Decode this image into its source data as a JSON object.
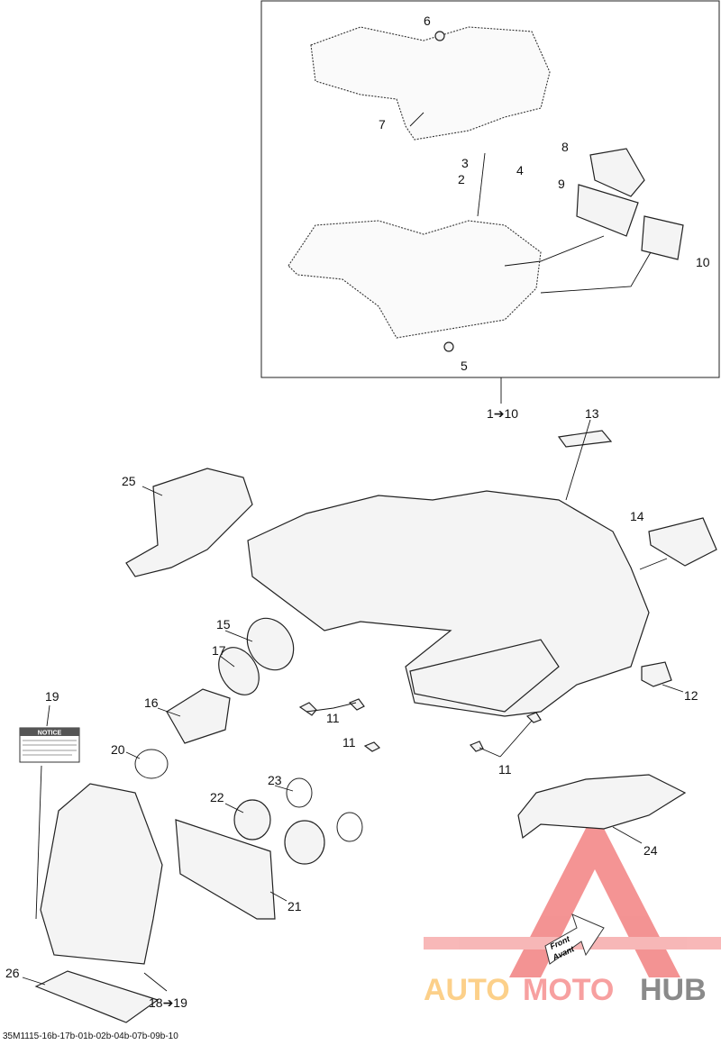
{
  "diagram": {
    "callouts": {
      "c6": "6",
      "c7": "7",
      "c3": "3",
      "c4": "4",
      "c2": "2",
      "c8": "8",
      "c9": "9",
      "c10": "10",
      "c5": "5",
      "c1to10": "1➔10",
      "c13": "13",
      "c25": "25",
      "c14": "14",
      "c15": "15",
      "c17": "17",
      "c12": "12",
      "c16": "16",
      "c11a": "11",
      "c11b": "11",
      "c11c": "11",
      "c19": "19",
      "c20": "20",
      "c23": "23",
      "c22": "22",
      "c24": "24",
      "c21": "21",
      "c26": "26",
      "c18to19": "18➔19"
    },
    "notice_label": "NOTICE",
    "front_arrow": {
      "line1": "Front",
      "line2": "Avant"
    },
    "watermark": {
      "part1": "AUTO",
      "part2": "MOTO",
      "part3": "HUB"
    },
    "watermark_colors": {
      "auto": "#fcd08a",
      "moto": "#f7a0a0",
      "hub": "#8a8a8a",
      "triangle": "#f07070"
    },
    "caption": "35M1115-16b-17b-01b-02b-04b-07b-09b-10"
  }
}
